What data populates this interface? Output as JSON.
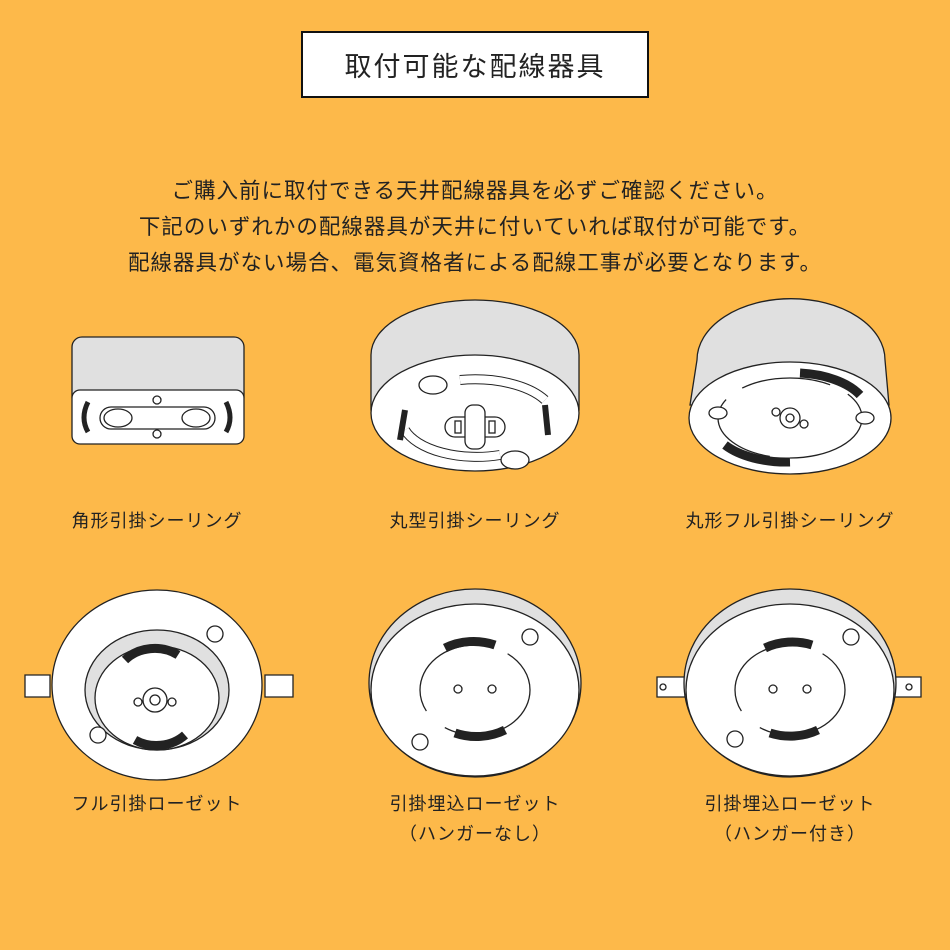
{
  "title": "取付可能な配線器具",
  "intro": [
    "ご購入前に取付できる天井配線器具を必ずご確認ください。",
    "下記のいずれかの配線器具が天井に付いていれば取付が可能です。",
    "配線器具がない場合、電気資格者による配線工事が必要となります。"
  ],
  "items": [
    {
      "label": "角形引掛シーリング"
    },
    {
      "label": "丸型引掛シーリング"
    },
    {
      "label": "丸形フル引掛シーリング"
    },
    {
      "label": "フル引掛ローゼット"
    },
    {
      "label": "引掛埋込ローゼット",
      "sub": "（ハンガーなし）"
    },
    {
      "label": "引掛埋込ローゼット",
      "sub": "（ハンガー付き）"
    }
  ],
  "colors": {
    "background": "#FDB94A",
    "device_body": "#E0E0E0",
    "device_face": "#FFFFFF"
  }
}
